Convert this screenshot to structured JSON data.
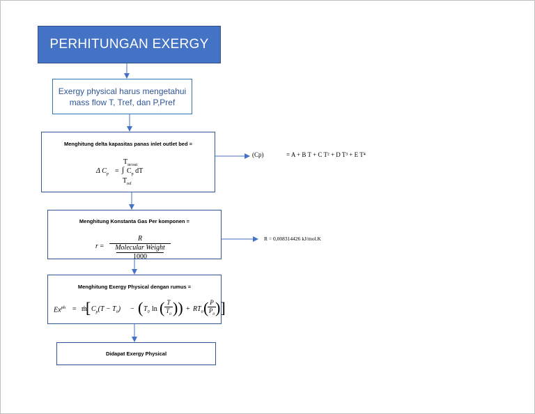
{
  "title": "PERHITUNGAN EXERGY",
  "step1": {
    "text": "Exergy physical harus mengetahui mass flow T, Tref, dan P,Pref"
  },
  "step2": {
    "title": "Menghitung delta kapasitas panas inlet outlet bed =",
    "formula": {
      "lhs_delta": "Δ",
      "lhs_c": "C",
      "lhs_sub": "p",
      "eq": "=",
      "integral": "∫",
      "integrand_c": "C",
      "integrand_sub": "p",
      "dt": "dT",
      "upper": "T",
      "upper_sub": "in/out",
      "lower": "T",
      "lower_sub": "ref"
    }
  },
  "cp_note": {
    "label": "(Cp)",
    "equation": "= A + B T + C T² + D T³ + E T⁴"
  },
  "step3": {
    "title": "Menghitung Konstanta Gas Per komponen =",
    "formula": {
      "lhs": "r",
      "eq": "=",
      "num": "R",
      "den": "Molecular Weight",
      "den2": "1000"
    }
  },
  "r_note": {
    "text": "R = 0,008314426 kJ/mol.K"
  },
  "step4": {
    "title": "Menghitung Exergy Physical dengan rumus =",
    "formula": {
      "lhs_base": "Ex",
      "lhs_sup": "ph",
      "eq": "=",
      "mdot": "ṁ",
      "term1": "C",
      "term1_sub": "p",
      "term1_rest": "(T − T",
      "term1_zero": "0",
      "term1_close": ")",
      "minus": "−",
      "t0": "T",
      "t0_sub": "0",
      "ln": "ln",
      "frac_num": "T",
      "frac_den": "T",
      "frac_den_sub": "0",
      "plus": "+",
      "rt0": "RT",
      "rt0_sub": "0",
      "p_num": "P",
      "p_den": "P",
      "p_den_sub": "0"
    }
  },
  "step5": {
    "text": "Didapat Exergy Physical"
  },
  "colors": {
    "primary": "#4472c4",
    "border": "#2f5597",
    "arrow": "#4472c4"
  }
}
